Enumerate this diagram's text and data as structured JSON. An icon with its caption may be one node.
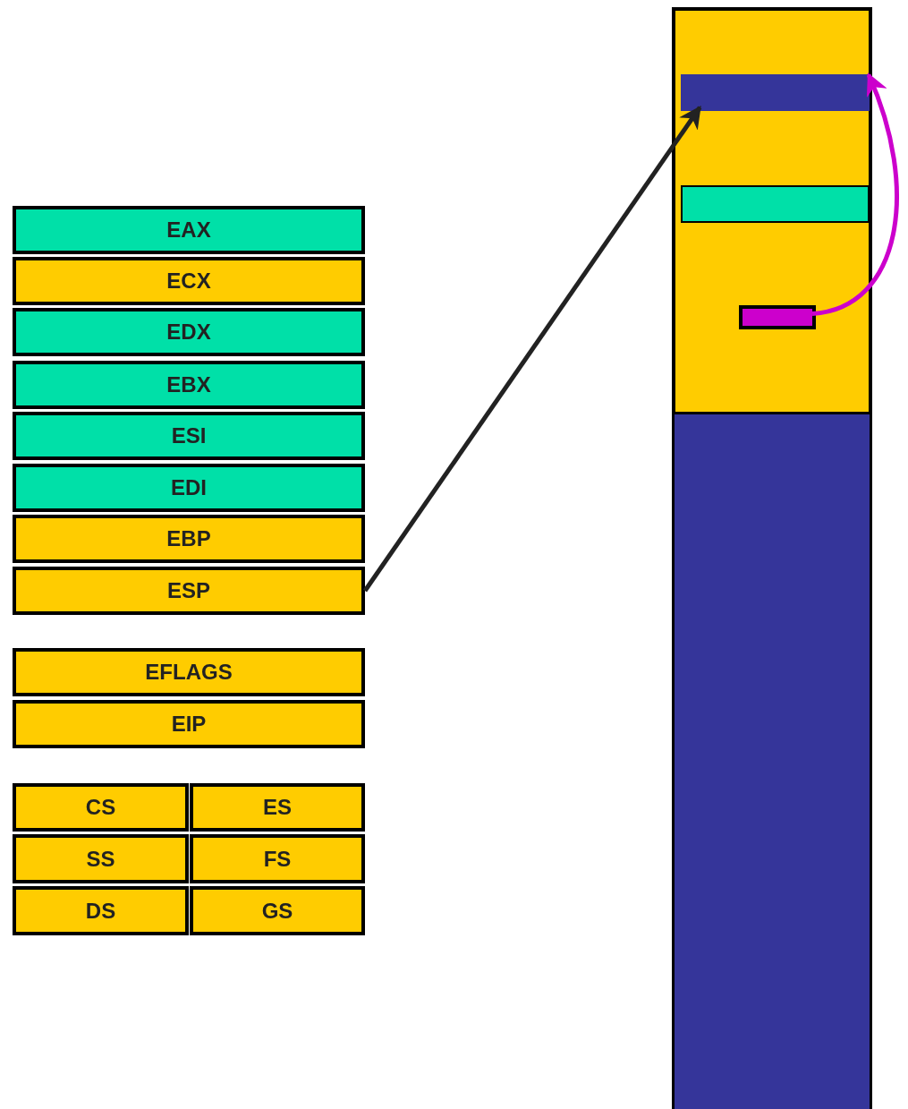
{
  "diagram": {
    "nodes": [
      {
        "text": [
          "EAX"
        ]
      },
      {
        "text": [
          "ECX"
        ]
      },
      {
        "text": [
          "EDX"
        ]
      },
      {
        "text": [
          "EBX"
        ]
      },
      {
        "text": [
          "ESI"
        ]
      },
      {
        "text": [
          "EDI"
        ]
      },
      {
        "text": [
          "EBP"
        ]
      },
      {
        "text": [
          "ESP"
        ]
      },
      {
        "text": [
          "EFLAGS"
        ]
      },
      {
        "text": [
          "EIP"
        ]
      },
      {
        "text": [
          "CS"
        ]
      },
      {
        "text": [
          "ES"
        ]
      },
      {
        "text": [
          "SS"
        ]
      },
      {
        "text": [
          "FS"
        ]
      },
      {
        "text": [
          "DS"
        ]
      },
      {
        "text": [
          "GS"
        ]
      },
      {
        "text": [],
        "shape": "box"
      },
      {
        "text": [],
        "shape": "bar",
        "in": 16
      },
      {
        "text": [],
        "shape": "bar",
        "in": 16
      },
      {
        "text": [],
        "shape": "box",
        "in": 16
      },
      {
        "text": [],
        "shape": "bar"
      }
    ],
    "edges": [
      {
        "from": 7,
        "to": 17,
        "arrow": "to"
      },
      {
        "from": 19,
        "to": 17,
        "arrow": "to",
        "color": "#cc00cc"
      }
    ]
  }
}
